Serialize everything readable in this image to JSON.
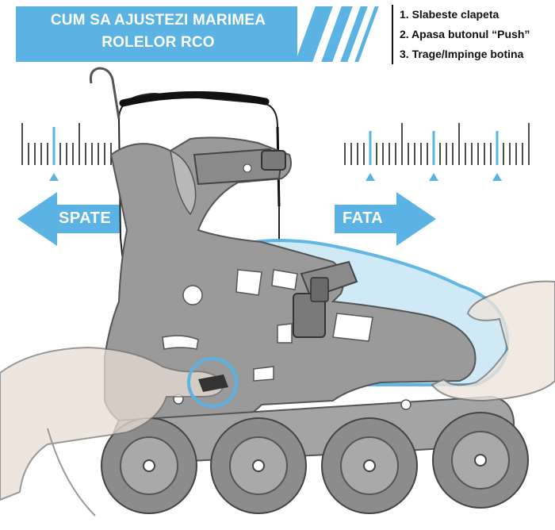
{
  "banner": {
    "title_line1": "CUM SA AJUSTEZI MARIMEA",
    "title_line2": "ROLELOR RCO",
    "accent_color": "#5ab3e3"
  },
  "steps": [
    "1. Slabeste clapeta",
    "2. Apasa butonul “Push”",
    "3. Trage/Impinge botina"
  ],
  "arrows": {
    "back_label": "SPATE",
    "front_label": "FATA"
  },
  "illustration": {
    "subject": "inline-skate-icon",
    "hand_icons": [
      "left-hand-icon",
      "right-hand-icon"
    ],
    "skate_color": "#9a9a9a",
    "highlight_color": "#5ab3e3"
  }
}
